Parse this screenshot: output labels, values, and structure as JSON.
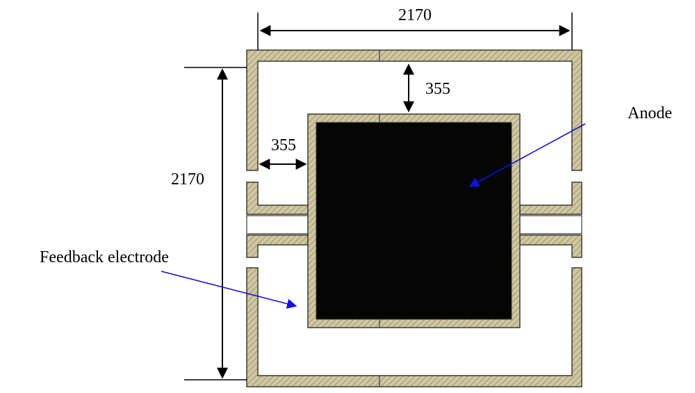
{
  "dimensions": {
    "top_width": "2170",
    "left_height": "2170",
    "top_gap": "355",
    "side_gap": "355"
  },
  "labels": {
    "anode": "Anode",
    "feedback_electrode": "Feedback electrode"
  },
  "colors": {
    "wall_fill": "#c9c09a",
    "wall_stroke": "#3c3a30",
    "anode": "#050505",
    "line": "#000000",
    "pointer": "#1010e0"
  }
}
